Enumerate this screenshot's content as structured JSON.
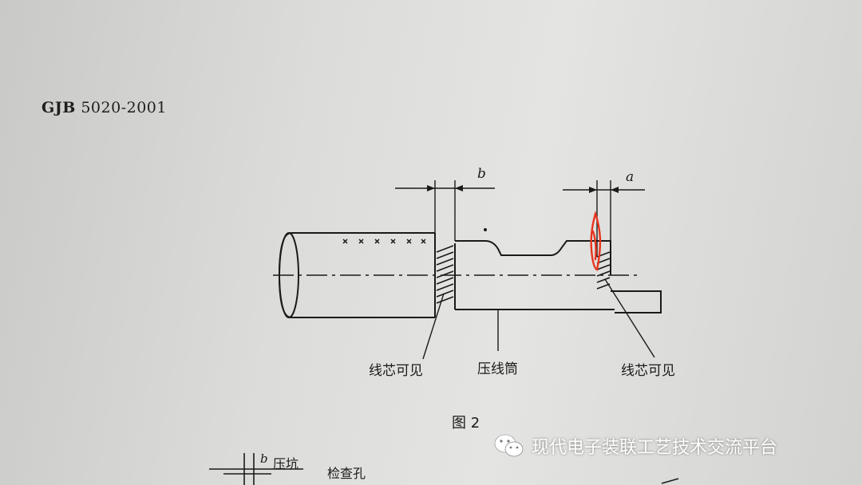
{
  "document": {
    "standard_prefix": "GJB",
    "standard_number": "5020-2001"
  },
  "figure": {
    "dim_b": "b",
    "dim_a": "a",
    "label_left": "线芯可见",
    "label_center": "压线筒",
    "label_right": "线芯可见",
    "caption": "图 2"
  },
  "next_figure": {
    "dim_b": "b",
    "label_pit": "压坑",
    "label_hole": "检查孔"
  },
  "watermark": {
    "text": "现代电子装联工艺技术交流平台",
    "icon": "wechat-icon"
  },
  "colors": {
    "annotation": "#e8351f",
    "ink": "#1a1a1a"
  }
}
